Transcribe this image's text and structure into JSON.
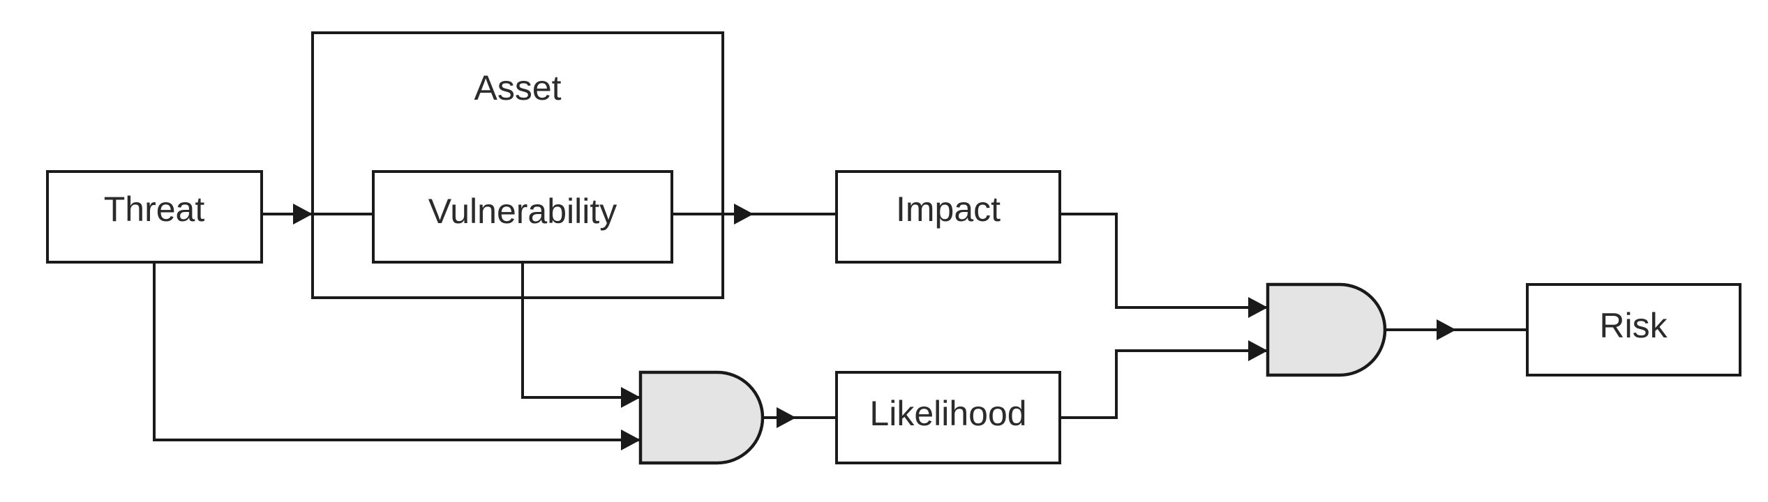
{
  "nodes": {
    "asset": "Asset",
    "threat": "Threat",
    "vulnerability": "Vulnerability",
    "impact": "Impact",
    "likelihood": "Likelihood",
    "risk": "Risk"
  },
  "colors": {
    "line": "#1a1a1a",
    "gate_fill": "#e4e4e4",
    "text": "#2b2b2b"
  }
}
